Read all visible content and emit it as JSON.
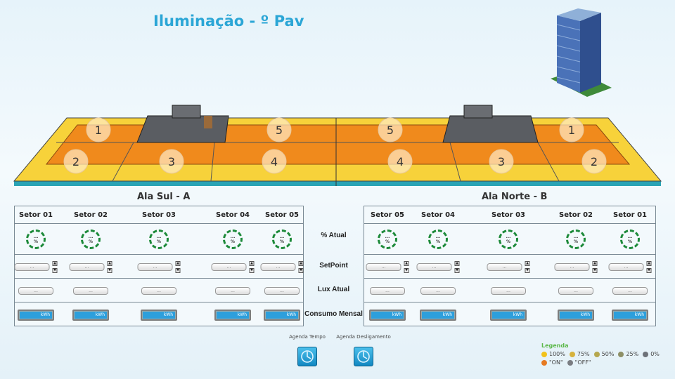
{
  "title": "Iluminação - º Pav",
  "plan": {
    "south": [
      {
        "n": "1"
      },
      {
        "n": "2"
      },
      {
        "n": "3"
      },
      {
        "n": "4"
      },
      {
        "n": "5"
      }
    ],
    "north": [
      {
        "n": "5"
      },
      {
        "n": "4"
      },
      {
        "n": "3"
      },
      {
        "n": "1"
      },
      {
        "n": "2"
      }
    ]
  },
  "wings": {
    "south": "Ala Sul - A",
    "north": "Ala Norte - B"
  },
  "row_labels": [
    "% Atual",
    "SetPoint",
    "Lux Atual",
    "Consumo Mensal"
  ],
  "south_sectors": [
    "Setor 01",
    "Setor 02",
    "Setor 03",
    "Setor 04",
    "Setor 05"
  ],
  "north_sectors": [
    "Setor 05",
    "Setor 04",
    "Setor 03",
    "Setor 02",
    "Setor 01"
  ],
  "placeholders": {
    "value": "...",
    "percent": "%",
    "unit": "kWh"
  },
  "schedule": {
    "time": "Agenda Tempo",
    "shutdown": "Agenda Desligamento"
  },
  "legend": {
    "title": "Legenda",
    "items": [
      {
        "label": "100%",
        "color": "#f2c21a"
      },
      {
        "label": "75%",
        "color": "#d6b23c"
      },
      {
        "label": "50%",
        "color": "#b5a74e"
      },
      {
        "label": "25%",
        "color": "#8d8f66"
      },
      {
        "label": "0%",
        "color": "#6d7178"
      },
      {
        "label": "\"ON\"",
        "color": "#e67a22"
      },
      {
        "label": "\"OFF\"",
        "color": "#7a7d82"
      }
    ]
  }
}
